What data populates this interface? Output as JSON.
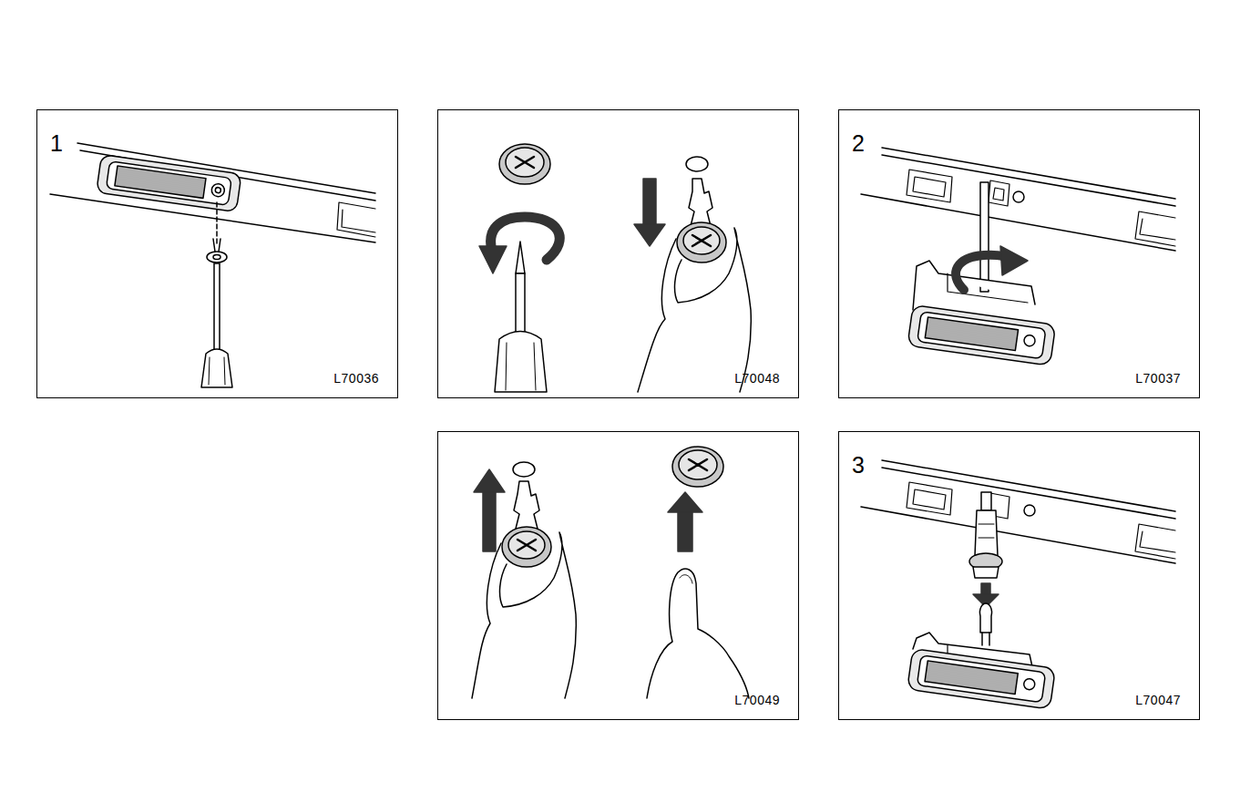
{
  "diagram": {
    "nodes": [
      {
        "text": [
          "1",
          "L70036"
        ]
      },
      {
        "text": [
          "L70048"
        ]
      },
      {
        "text": [
          "2",
          "L70037"
        ]
      },
      {
        "text": [
          "L70049"
        ]
      },
      {
        "text": [
          "3",
          "L70047"
        ]
      }
    ]
  }
}
